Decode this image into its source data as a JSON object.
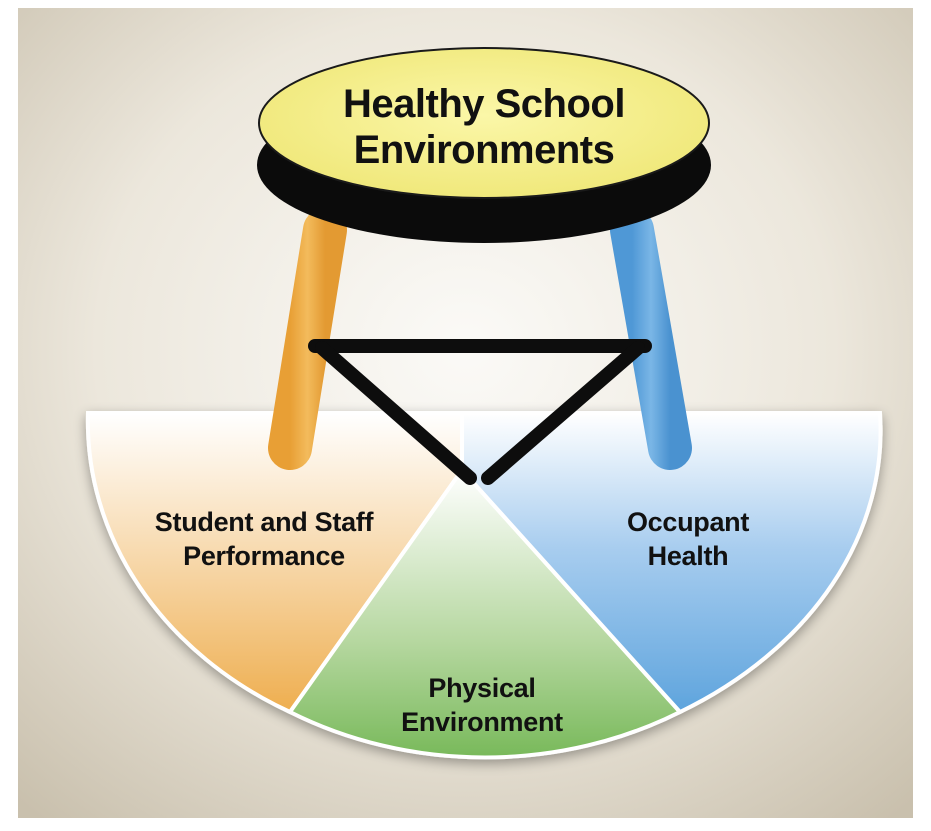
{
  "seat": {
    "line1": "Healthy School",
    "line2": "Environments",
    "color": "#f5ee85"
  },
  "segments": {
    "left": {
      "line1": "Student and Staff",
      "line2": "Performance",
      "color": "#f0b24c"
    },
    "middle": {
      "line1": "Physical",
      "line2": "Environment",
      "color": "#78b95a"
    },
    "right": {
      "line1": "Occupant",
      "line2": "Health",
      "color": "#5ea4dd"
    }
  },
  "background_color": "#e6e0d4"
}
